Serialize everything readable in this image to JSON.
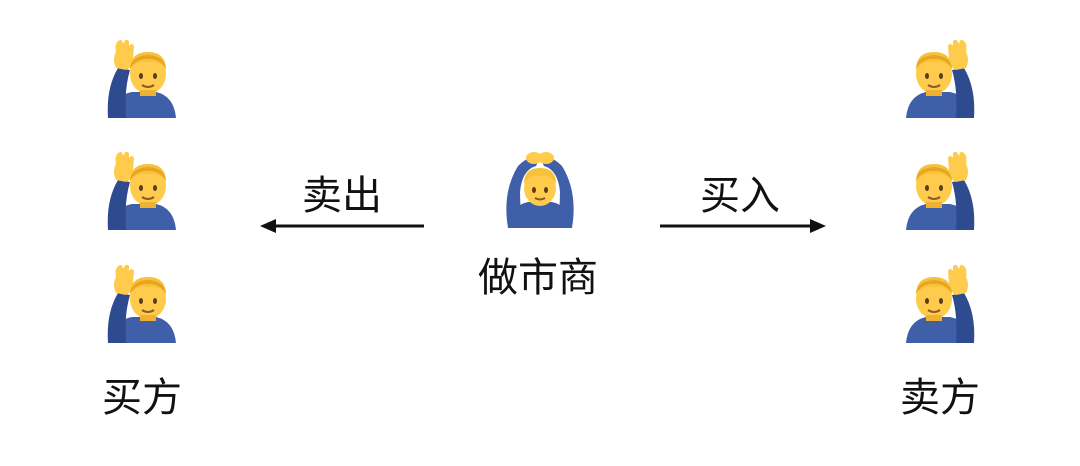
{
  "buyers": {
    "label": "买方",
    "people": [
      {
        "icon": "person-raising-hand-icon"
      },
      {
        "icon": "person-raising-hand-icon"
      },
      {
        "icon": "person-raising-hand-icon"
      }
    ]
  },
  "sellers": {
    "label": "卖方",
    "people": [
      {
        "icon": "person-raising-hand-icon"
      },
      {
        "icon": "person-raising-hand-icon"
      },
      {
        "icon": "person-raising-hand-icon"
      }
    ]
  },
  "market_maker": {
    "label": "做市商",
    "icon": "person-gesturing-ok-icon"
  },
  "arrows": {
    "left_label": "卖出",
    "right_label": "买入"
  },
  "colors": {
    "skin": "#FFCB4C",
    "skin_shadow": "#F0B030",
    "hair": "#F7C23A",
    "shirt": "#3F5FA8",
    "shirt_dark": "#2E4B8F",
    "arrow": "#111111"
  }
}
